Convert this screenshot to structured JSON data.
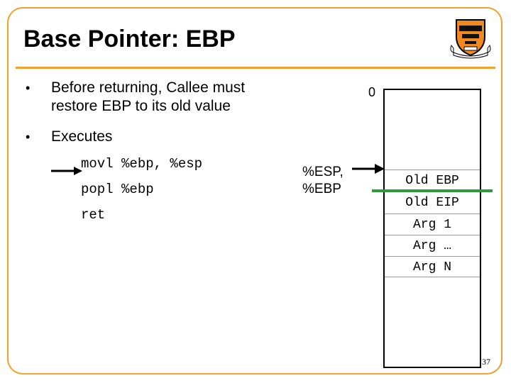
{
  "slide": {
    "title": "Base Pointer: EBP",
    "page_number": "37",
    "accent_color": "#f0a030",
    "marker_color": "#2f9a3a"
  },
  "bullets": [
    {
      "symbol": "•",
      "line1": "Before returning, Callee must",
      "line2": "restore EBP to its old value"
    },
    {
      "symbol": "•",
      "line1": "Executes"
    }
  ],
  "code": [
    "movl %ebp, %esp",
    "popl %ebp",
    "ret"
  ],
  "pointer_label": {
    "line1": "%ESP,",
    "line2": "%EBP"
  },
  "stack": {
    "top_label": "0",
    "cells": [
      "Old EBP",
      "Old EIP",
      "Arg 1",
      "Arg …",
      "Arg N"
    ]
  },
  "logo": {
    "icon": "princeton-shield-icon"
  }
}
